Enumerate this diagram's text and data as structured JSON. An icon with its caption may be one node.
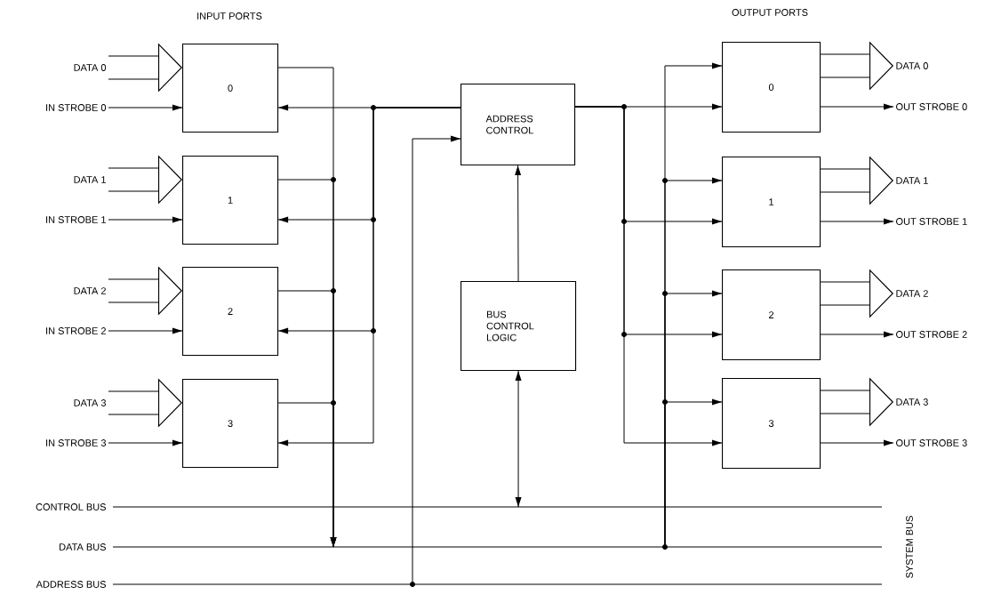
{
  "diagram": {
    "nodes": [
      {
        "text": [
          "0"
        ]
      },
      {
        "text": [
          "1"
        ]
      },
      {
        "text": [
          "2"
        ]
      },
      {
        "text": [
          "3"
        ]
      },
      {
        "text": [
          "ADDRESS CONTROL"
        ]
      },
      {
        "text": [
          "BUS CONTROL LOGIC"
        ]
      },
      {
        "text": [
          "0"
        ]
      },
      {
        "text": [
          "1"
        ]
      },
      {
        "text": [
          "2"
        ]
      },
      {
        "text": [
          "3"
        ]
      },
      {
        "text": [
          "DATA 0"
        ]
      },
      {
        "text": [
          "IN STROBE 0"
        ]
      },
      {
        "text": [
          "DATA 1"
        ]
      },
      {
        "text": [
          "IN STROBE 1"
        ]
      },
      {
        "text": [
          "DATA 2"
        ]
      },
      {
        "text": [
          "IN STROBE 2"
        ]
      },
      {
        "text": [
          "DATA 3"
        ]
      },
      {
        "text": [
          "IN STROBE 3"
        ]
      },
      {
        "text": [
          "DATA 0"
        ]
      },
      {
        "text": [
          "OUT STROBE 0"
        ]
      },
      {
        "text": [
          "DATA 1"
        ]
      },
      {
        "text": [
          "OUT STROBE 1"
        ]
      },
      {
        "text": [
          "DATA 2"
        ]
      },
      {
        "text": [
          "OUT STROBE 2"
        ]
      },
      {
        "text": [
          "DATA 3"
        ]
      },
      {
        "text": [
          "OUT STROBE 3"
        ]
      },
      {
        "text": [
          "CONTROL BUS"
        ]
      },
      {
        "text": [
          "DATA BUS"
        ]
      },
      {
        "text": [
          "ADDRESS BUS"
        ]
      }
    ],
    "edges": [
      {
        "from": 10,
        "to": 0,
        "arrow": "to",
        "style": "thick"
      },
      {
        "from": 12,
        "to": 1,
        "arrow": "to",
        "style": "thick"
      },
      {
        "from": 14,
        "to": 2,
        "arrow": "to",
        "style": "thick"
      },
      {
        "from": 16,
        "to": 3,
        "arrow": "to",
        "style": "thick"
      },
      {
        "from": 11,
        "to": 0,
        "arrow": "to"
      },
      {
        "from": 13,
        "to": 1,
        "arrow": "to"
      },
      {
        "from": 15,
        "to": 2,
        "arrow": "to"
      },
      {
        "from": 17,
        "to": 3,
        "arrow": "to"
      },
      {
        "from": 0,
        "to": 27,
        "arrow": "to"
      },
      {
        "from": 1,
        "to": 27,
        "arrow": "to"
      },
      {
        "from": 2,
        "to": 27,
        "arrow": "to"
      },
      {
        "from": 3,
        "to": 27,
        "arrow": "to"
      },
      {
        "from": 4,
        "to": 0,
        "arrow": "to"
      },
      {
        "from": 4,
        "to": 1,
        "arrow": "to"
      },
      {
        "from": 4,
        "to": 2,
        "arrow": "to"
      },
      {
        "from": 4,
        "to": 3,
        "arrow": "to"
      },
      {
        "from": 28,
        "to": 4,
        "arrow": "to"
      },
      {
        "from": 5,
        "to": 4,
        "arrow": "to"
      },
      {
        "from": 5,
        "to": 26,
        "arrow": "both"
      },
      {
        "from": 4,
        "to": 6,
        "arrow": "to"
      },
      {
        "from": 4,
        "to": 7,
        "arrow": "to"
      },
      {
        "from": 4,
        "to": 8,
        "arrow": "to"
      },
      {
        "from": 4,
        "to": 9,
        "arrow": "to"
      },
      {
        "from": 27,
        "to": 6,
        "arrow": "to"
      },
      {
        "from": 27,
        "to": 7,
        "arrow": "to"
      },
      {
        "from": 27,
        "to": 8,
        "arrow": "to"
      },
      {
        "from": 27,
        "to": 9,
        "arrow": "to"
      },
      {
        "from": 6,
        "to": 18,
        "arrow": "to",
        "style": "thick"
      },
      {
        "from": 7,
        "to": 20,
        "arrow": "to",
        "style": "thick"
      },
      {
        "from": 8,
        "to": 22,
        "arrow": "to",
        "style": "thick"
      },
      {
        "from": 9,
        "to": 24,
        "arrow": "to",
        "style": "thick"
      },
      {
        "from": 6,
        "to": 19,
        "arrow": "to"
      },
      {
        "from": 7,
        "to": 21,
        "arrow": "to"
      },
      {
        "from": 8,
        "to": 23,
        "arrow": "to"
      },
      {
        "from": 9,
        "to": 25,
        "arrow": "to"
      }
    ],
    "labels": [
      "INPUT PORTS",
      "OUTPUT PORTS",
      "SYSTEM BUS"
    ]
  }
}
